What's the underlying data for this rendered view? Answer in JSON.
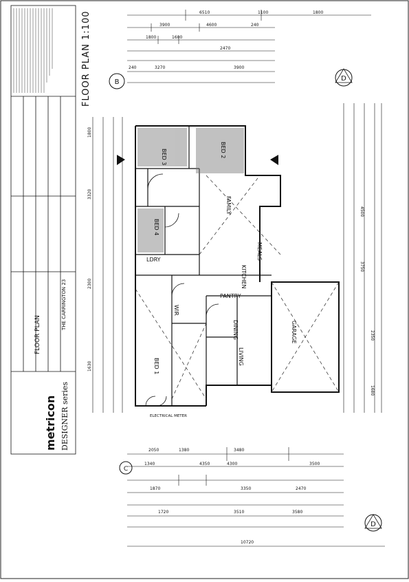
{
  "sheet": {
    "plan_title": "FLOOR PLAN 1:100",
    "project_name": "THE CARRINGTON 23",
    "series": "DESIGNER series",
    "company": "metricon",
    "drawing_name": "FLOOR PLAN",
    "section_markers": [
      "D",
      "B",
      "C",
      "D"
    ]
  },
  "rooms": {
    "bed3": "BED 3",
    "bed2": "BED 2",
    "bed4": "BED 4",
    "bed1": "BED 1",
    "family": "FAMILY",
    "meals": "MEALS",
    "kitchen": "KITCHEN",
    "pantry": "PANTRY",
    "ldry": "LDRY",
    "wir": "WIR",
    "dining": "DINING",
    "living": "LIVING",
    "garage": "GARAGE"
  },
  "dimensions": {
    "top_row1": [
      "6510",
      "1100",
      "1800"
    ],
    "top_row2": [
      "3900",
      "4600",
      "240"
    ],
    "top_row3": [
      "1800",
      "1600",
      "2470"
    ],
    "top_row4": [
      "240",
      "3270",
      "3900"
    ],
    "bottom_row1": [
      "2050",
      "3480",
      "1380"
    ],
    "bottom_row2": [
      "1340",
      "4300",
      "4350",
      "3500"
    ],
    "bottom_row3": [
      "1870",
      "3350",
      "2470"
    ],
    "bottom_row4": [
      "1720",
      "3510",
      "3580"
    ],
    "bottom_total": "10720",
    "left_col": [
      "1800",
      "3320",
      "2300",
      "1630"
    ],
    "right_col": [
      "4500",
      "3750",
      "2350",
      "1680"
    ]
  },
  "notes": {
    "electric_meter": "ELECTRICAL METER"
  }
}
